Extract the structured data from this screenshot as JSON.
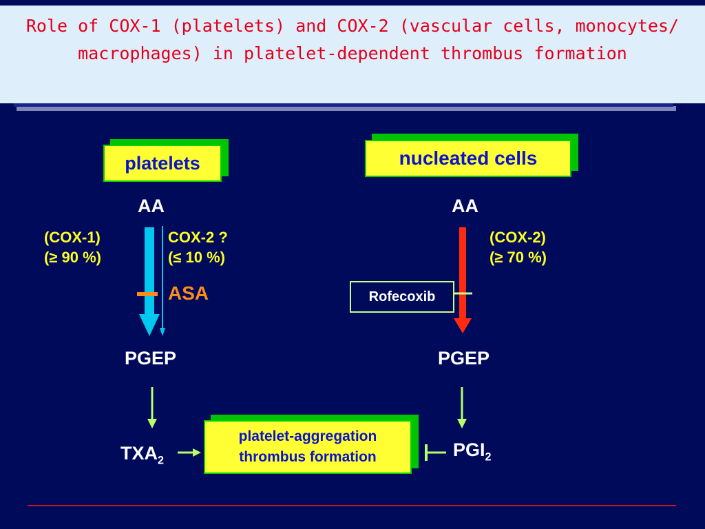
{
  "title": {
    "line1": "Role of COX-1 (platelets) and COX-2 (vascular cells, monocytes/",
    "line2": "macrophages) in platelet-dependent thrombus formation"
  },
  "left": {
    "box_label": "platelets",
    "substrate": "AA",
    "cox1_label": "(COX-1)",
    "cox1_share": "(≥ 90 %)",
    "cox2_label": "COX-2 ?",
    "cox2_share": "(≤ 10 %)",
    "inhibitor": "ASA",
    "intermediate": "PGEP",
    "product_base": "TXA",
    "product_sub": "2"
  },
  "right": {
    "box_label": "nucleated cells",
    "substrate": "AA",
    "cox2_label": "(COX-2)",
    "cox2_share": "(≥ 70 %)",
    "inhibitor": "Rofecoxib",
    "intermediate": "PGEP",
    "product_base": "PGI",
    "product_sub": "2"
  },
  "center": {
    "line1": "platelet-aggregation",
    "line2": "thrombus formation"
  },
  "colors": {
    "background": "#000a5a",
    "title_text": "#e3001b",
    "box_fill": "#ffff33",
    "box_border": "#00d000",
    "cox1_arrow": "#00c8f0",
    "cox2_arrow_right": "#ff2a10",
    "inhibitor_asa": "#ff8c1a",
    "inhibitor_rofecoxib": "#c8ff88",
    "product_arrows": "#b8ff6a"
  }
}
